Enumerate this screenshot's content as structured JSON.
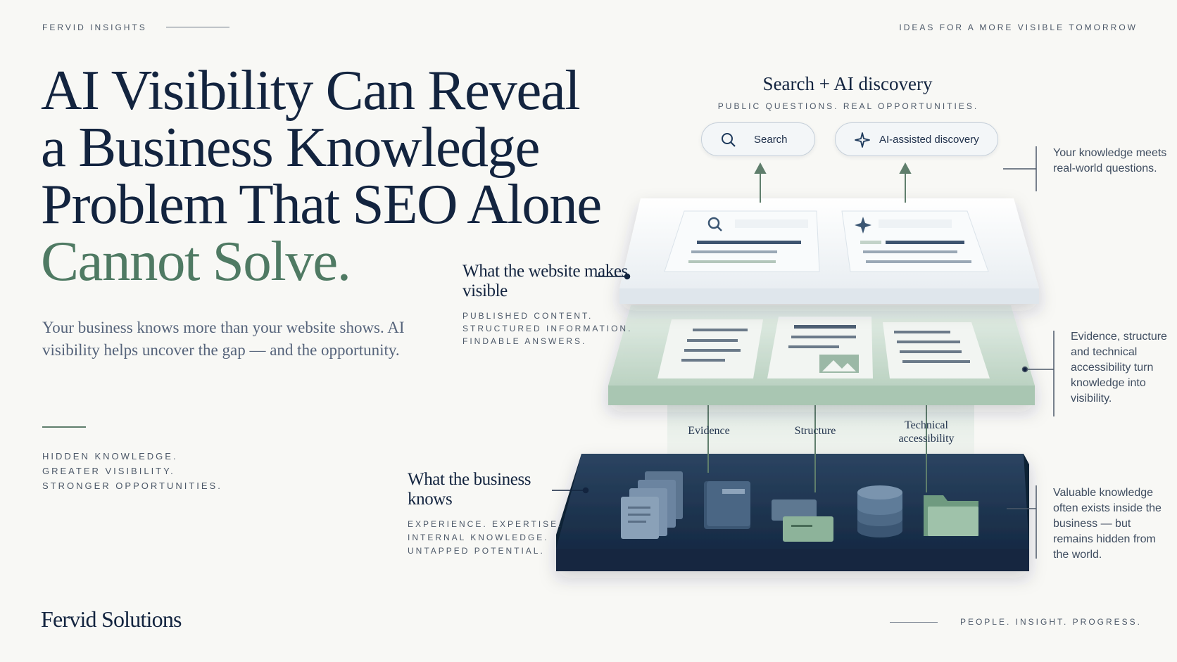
{
  "header": {
    "brand": "FERVID INSIGHTS",
    "tagline": "IDEAS FOR A MORE VISIBLE TOMORROW"
  },
  "headline": {
    "line1": "AI Visibility Can Reveal",
    "line2": "a Business Knowledge",
    "line3": "Problem That SEO Alone",
    "line4": "Cannot Solve."
  },
  "intro": "Your business knows more than your website shows. AI visibility helps uncover the gap — and the opportunity.",
  "pillars": [
    "HIDDEN KNOWLEDGE.",
    "GREATER VISIBILITY.",
    "STRONGER OPPORTUNITIES."
  ],
  "diagram": {
    "discovery_title": "Search + AI discovery",
    "discovery_subtitle": "PUBLIC QUESTIONS. REAL OPPORTUNITIES.",
    "search_pill": "Search",
    "ai_pill": "AI-assisted discovery",
    "note_top": "Your knowledge meets real-world questions.",
    "note_mid": "Evidence, structure and technical accessibility turn knowledge into visibility.",
    "note_bottom": "Valuable knowledge often exists inside the business — but remains hidden from the world.",
    "website_layer": {
      "title": "What the website makes visible",
      "lines": [
        "PUBLISHED CONTENT.",
        "STRUCTURED INFORMATION.",
        "FINDABLE ANSWERS."
      ]
    },
    "business_layer": {
      "title": "What the business knows",
      "lines": [
        "EXPERIENCE. EXPERTISE.",
        "INTERNAL KNOWLEDGE.",
        "UNTAPPED POTENTIAL."
      ]
    },
    "connectors": {
      "evidence": "Evidence",
      "structure": "Structure",
      "technical": "Technical accessibility"
    },
    "colors": {
      "navy": "#13243f",
      "green_accent": "#4f7a63",
      "base_platform": "#1f3650",
      "middle_platform": "#c9dccf"
    }
  },
  "footer": {
    "logo": "Fervid Solutions",
    "tagline": "PEOPLE. INSIGHT. PROGRESS."
  }
}
